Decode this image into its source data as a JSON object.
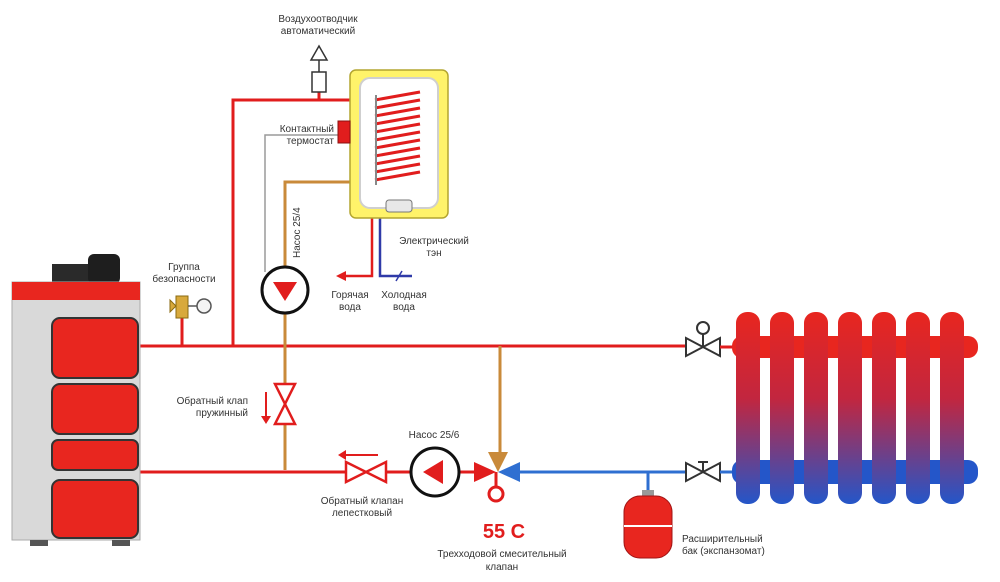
{
  "labels": {
    "air_vent": [
      "Воздухоотводчик",
      "автоматический"
    ],
    "contact_thermostat": [
      "Контактный",
      "термостат"
    ],
    "pump_top": "Насос 25/4",
    "electric_heater": [
      "Электрический",
      "тэн"
    ],
    "hot_water": [
      "Горячая",
      "вода"
    ],
    "cold_water": [
      "Холодная",
      "вода"
    ],
    "safety_group": [
      "Группа",
      "безопасности"
    ],
    "check_valve_spring": [
      "Обратный клап",
      "пружинный"
    ],
    "pump_bottom": "Насос 25/6",
    "check_valve_petal": [
      "Обратный клапан",
      "лепестковый"
    ],
    "mix_temp": "55 С",
    "three_way_valve": [
      "Трехходовой смесительный",
      "клапан"
    ],
    "expansion_tank": [
      "Расширительный",
      "бак (экспанзомат)"
    ]
  },
  "colors": {
    "hot": "#e11d1d",
    "cold": "#2f6fd1",
    "mix": "#c98a3a",
    "boiler": "#e8261f",
    "boiler_body": "#d9d9d9",
    "tank_yellow": "#fff36a"
  }
}
